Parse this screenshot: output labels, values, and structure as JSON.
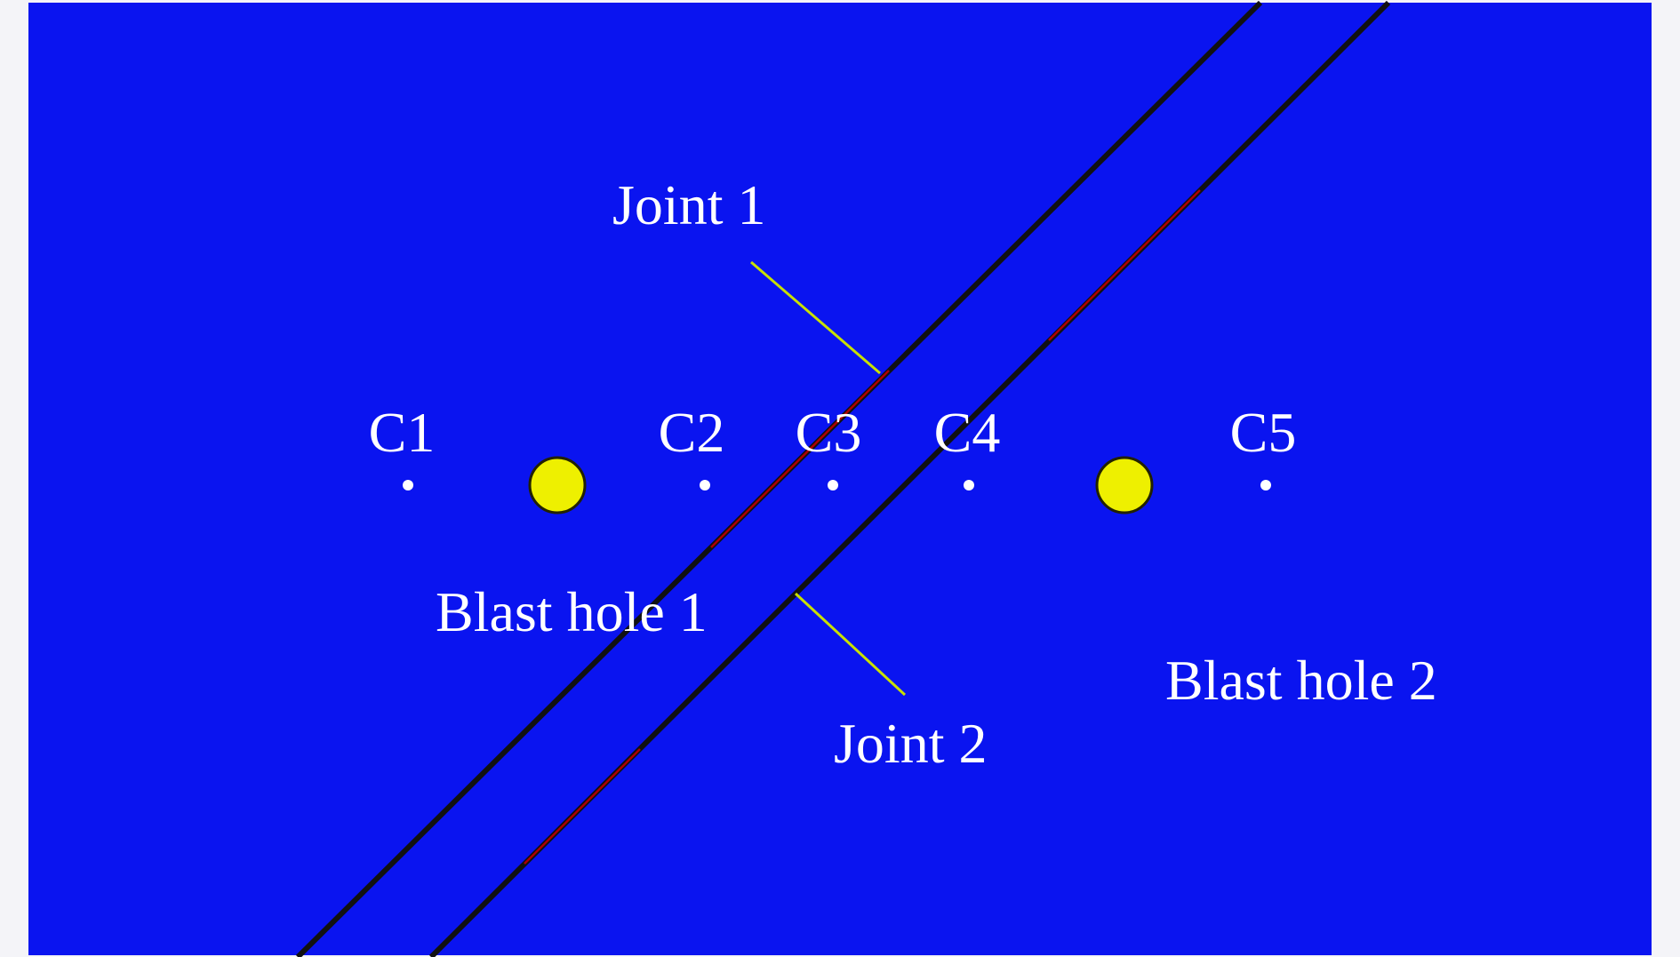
{
  "colors": {
    "background": "#0a14f0",
    "frame": "#f4f4f8",
    "joint_line": "#111111",
    "joint_line_accent": "#b00000",
    "leader_line": "#c8e000",
    "blast_hole_fill": "#eef000",
    "blast_hole_stroke": "#222200",
    "monitor_point": "#ffffff",
    "label_text": "#ffffff"
  },
  "labels": {
    "joint_1": "Joint 1",
    "joint_2": "Joint 2",
    "blast_hole_1": "Blast hole 1",
    "blast_hole_2": "Blast hole 2"
  },
  "monitoring_points": [
    {
      "label": "C1"
    },
    {
      "label": "C2"
    },
    {
      "label": "C3"
    },
    {
      "label": "C4"
    },
    {
      "label": "C5"
    }
  ]
}
